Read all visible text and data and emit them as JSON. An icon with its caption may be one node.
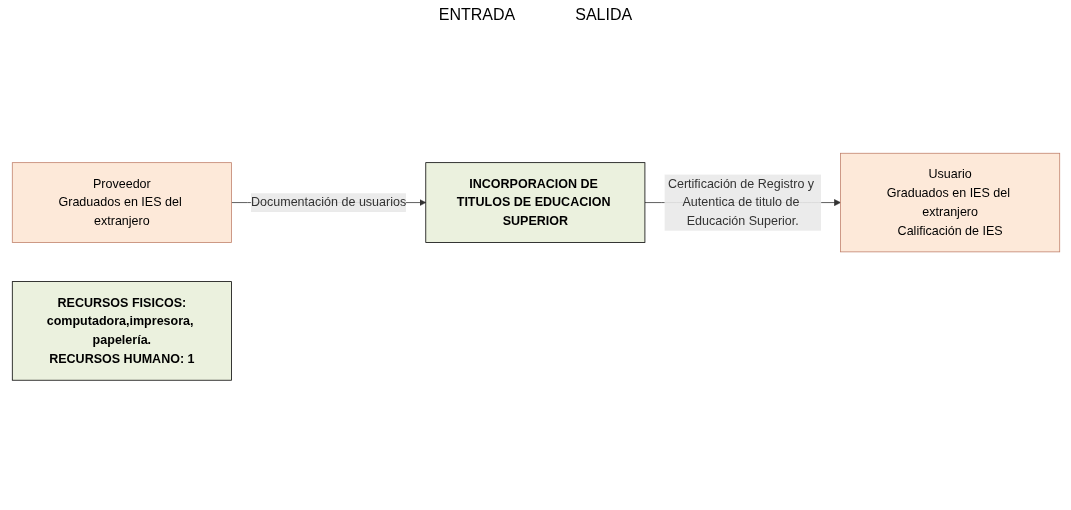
{
  "diagram": {
    "nodes": [
      {
        "text": [
          "Proveedor",
          "Graduados en IES del extranjero"
        ]
      },
      {
        "text": [
          "RECURSOS FISICOS:",
          "computadora,impresora, papelería.",
          "RECURSOS HUMANO: 1"
        ]
      },
      {
        "text": [
          "INCORPORACION DE TITULOS DE EDUCACION SUPERIOR"
        ]
      },
      {
        "text": [
          "Usuario",
          "Graduados en IES del extranjero",
          "Calificación de IES"
        ]
      }
    ],
    "edges": [
      {
        "from": 0,
        "to": 2,
        "arrow": "to",
        "label": "Documentación de usuarios"
      },
      {
        "from": 2,
        "to": 3,
        "arrow": "to",
        "label": "Certificación de Registro y Autentica de titulo de Educación Superior."
      }
    ],
    "labels": [
      "ENTRADA",
      "SALIDA"
    ]
  }
}
